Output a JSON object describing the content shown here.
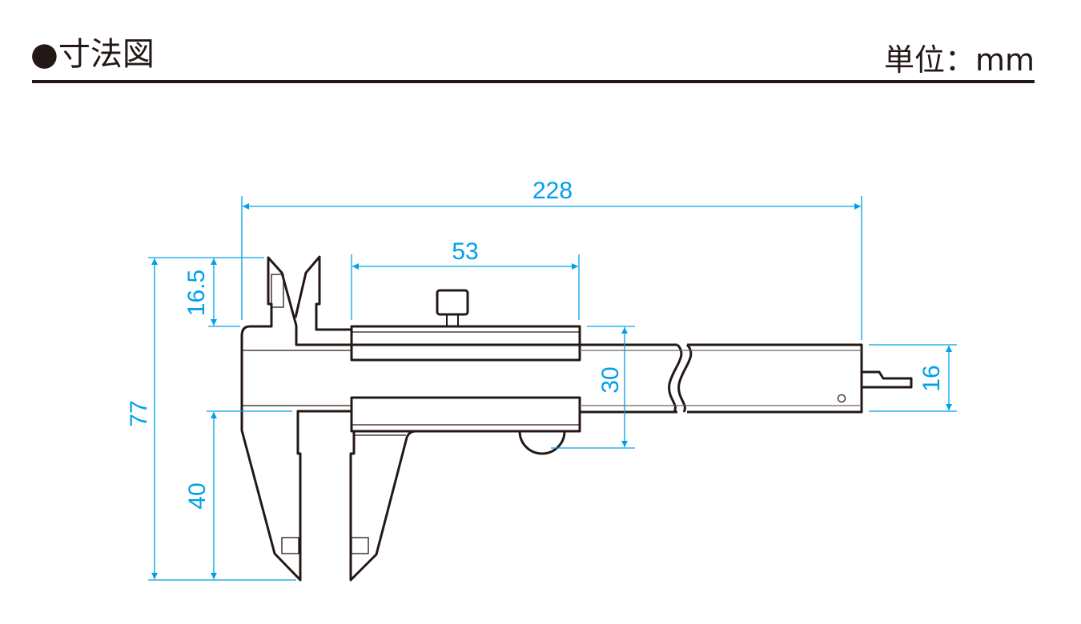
{
  "header": {
    "title": "●寸法図",
    "unit": "単位：mm"
  },
  "dimensions": {
    "overall_length": "228",
    "slider_length": "53",
    "inside_jaw_depth": "16.5",
    "overall_height": "77",
    "outside_jaw_depth": "40",
    "slider_height": "30",
    "beam_width": "16"
  },
  "colors": {
    "dimension": "#00a0e9",
    "outline": "#231815"
  }
}
